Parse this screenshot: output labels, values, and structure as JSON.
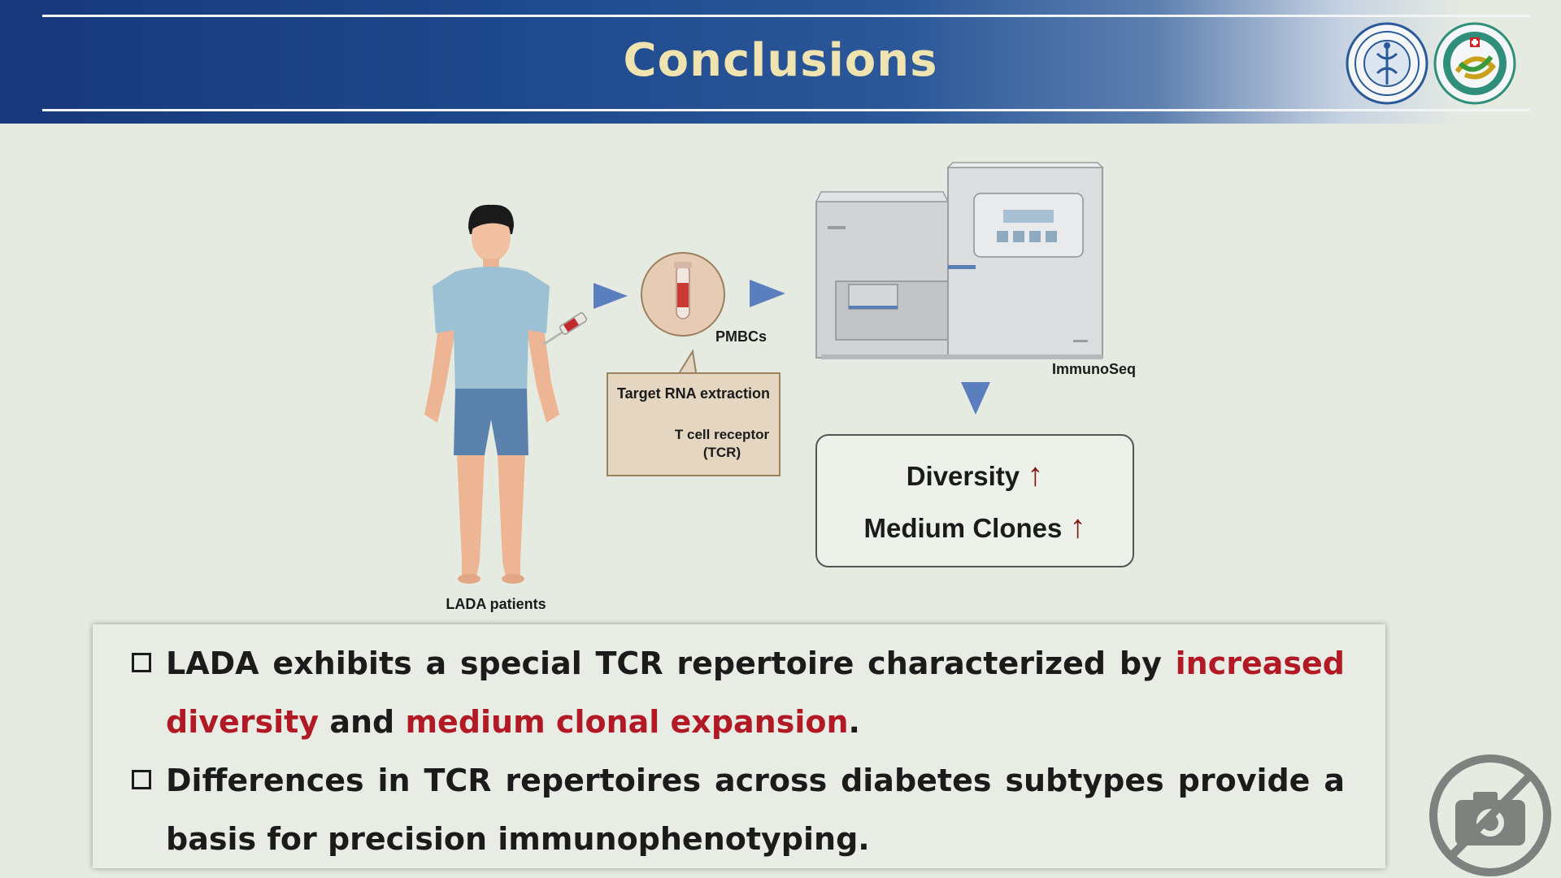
{
  "header": {
    "title": "Conclusions",
    "logos": [
      "university-seal-logo",
      "hospital-logo"
    ]
  },
  "diagram": {
    "patients_label": "LADA patients",
    "pmbcs_label": "PMBCs",
    "machine_label": "ImmunoSeq",
    "extraction_title": "Target RNA extraction",
    "tcr_label_line1": "T cell receptor",
    "tcr_label_line2": "(TCR)",
    "results": {
      "diversity": "Diversity",
      "medium_clones": "Medium Clones",
      "arrow": "↑"
    }
  },
  "conclusions": {
    "b1_text1": "LADA exhibits a special TCR repertoire characterized by ",
    "b1_hl1": "increased diversity",
    "b1_text2": " and ",
    "b1_hl2": "medium clonal expansion",
    "b1_text3": ".",
    "b2_text": "Differences in TCR repertoires across diabetes subtypes provide a basis for precision immunophenotyping."
  },
  "colors": {
    "header_blue": "#17387a",
    "title_gold": "#efe3b0",
    "highlight_red": "#b11a24",
    "arrow_blue": "#5b7fbe",
    "up_arrow": "#7d1b12"
  },
  "icons": {
    "bullet": "hollow-square-icon",
    "watermark": "no-camera-icon"
  }
}
